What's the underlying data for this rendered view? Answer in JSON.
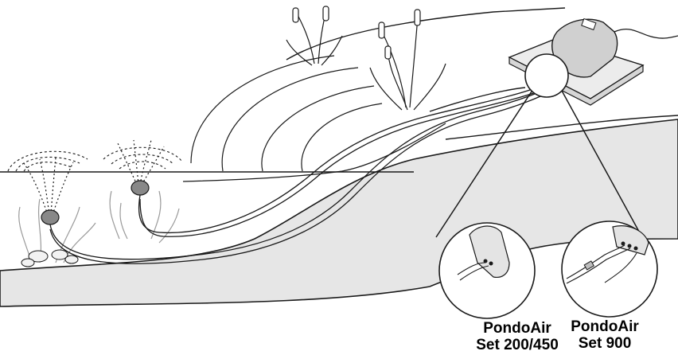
{
  "labels": {
    "set_a": {
      "line1": "PondoAir",
      "line2": "Set 200/450"
    },
    "set_b": {
      "line1": "PondoAir",
      "line2": "Set 900"
    }
  },
  "icons": [
    "air-pump-icon",
    "air-stone-icon",
    "pond-plant-icon",
    "cattail-icon"
  ],
  "colors": {
    "ink": "#1a1a1a",
    "ground": "#e6e6e6",
    "plant": "#bdbdbd"
  }
}
